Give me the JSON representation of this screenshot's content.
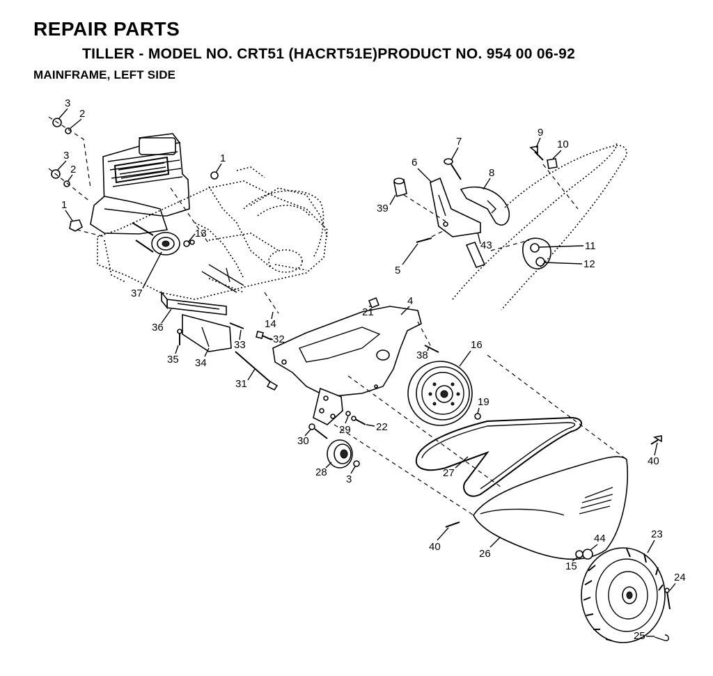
{
  "header": {
    "title": "REPAIR PARTS",
    "subtitle": "TILLER - MODEL NO. CRT51 (HACRT51E)PRODUCT NO. 954 00 06-92",
    "section": "MAINFRAME, LEFT SIDE"
  },
  "callouts": [
    {
      "id": "c3a",
      "label": "3"
    },
    {
      "id": "c2a",
      "label": "2"
    },
    {
      "id": "c3b",
      "label": "3"
    },
    {
      "id": "c2b",
      "label": "2"
    },
    {
      "id": "c1a",
      "label": "1"
    },
    {
      "id": "c1b",
      "label": "1"
    },
    {
      "id": "c13",
      "label": "13"
    },
    {
      "id": "c37",
      "label": "37"
    },
    {
      "id": "c36",
      "label": "36"
    },
    {
      "id": "c35",
      "label": "35"
    },
    {
      "id": "c34",
      "label": "34"
    },
    {
      "id": "c33",
      "label": "33"
    },
    {
      "id": "c32",
      "label": "32"
    },
    {
      "id": "c31",
      "label": "31"
    },
    {
      "id": "c14",
      "label": "14"
    },
    {
      "id": "c21",
      "label": "21"
    },
    {
      "id": "c4",
      "label": "4"
    },
    {
      "id": "c38",
      "label": "38"
    },
    {
      "id": "c16",
      "label": "16"
    },
    {
      "id": "c19",
      "label": "19"
    },
    {
      "id": "c22",
      "label": "22"
    },
    {
      "id": "c29",
      "label": "29"
    },
    {
      "id": "c30",
      "label": "30"
    },
    {
      "id": "c28",
      "label": "28"
    },
    {
      "id": "c3c",
      "label": "3"
    },
    {
      "id": "c27",
      "label": "27"
    },
    {
      "id": "c7",
      "label": "7"
    },
    {
      "id": "c6",
      "label": "6"
    },
    {
      "id": "c8",
      "label": "8"
    },
    {
      "id": "c39",
      "label": "39"
    },
    {
      "id": "c5",
      "label": "5"
    },
    {
      "id": "c43",
      "label": "43"
    },
    {
      "id": "c9",
      "label": "9"
    },
    {
      "id": "c10",
      "label": "10"
    },
    {
      "id": "c11",
      "label": "11"
    },
    {
      "id": "c12",
      "label": "12"
    },
    {
      "id": "c40a",
      "label": "40"
    },
    {
      "id": "c40b",
      "label": "40"
    },
    {
      "id": "c26",
      "label": "26"
    },
    {
      "id": "c15",
      "label": "15"
    },
    {
      "id": "c44",
      "label": "44"
    },
    {
      "id": "c23",
      "label": "23"
    },
    {
      "id": "c24",
      "label": "24"
    },
    {
      "id": "c25",
      "label": "25"
    }
  ]
}
